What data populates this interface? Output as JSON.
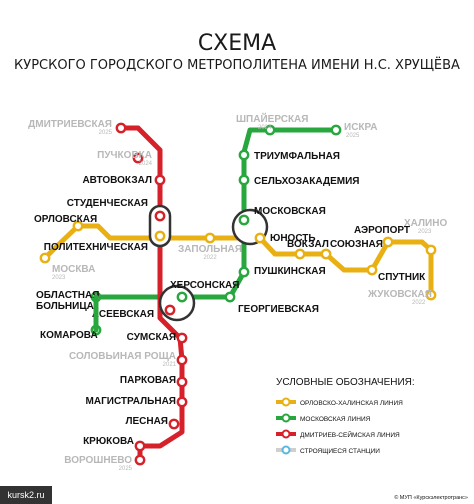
{
  "title": "СХЕМА",
  "subtitle": "КУРСКОГО ГОРОДСКОГО МЕТРОПОЛИТЕНА ИМЕНИ Н.С. ХРУЩЁВА",
  "colors": {
    "yellow_line": "#e8b012",
    "green_line": "#27a73e",
    "red_line": "#d6212a",
    "future_line": "#cfcfcf",
    "interchange": "#333333",
    "station_fill": "#ffffff"
  },
  "stations": {
    "dmitrievskaya": {
      "name": "ДМИТРИЕВСКАЯ",
      "year": "2025"
    },
    "puchkovka": {
      "name": "ПУЧКОВКА",
      "year": "2024"
    },
    "avtovokzal": {
      "name": "АВТОВОКЗАЛ"
    },
    "studencheskaya": {
      "name": "СТУДЕНЧЕСКАЯ"
    },
    "politekhnicheskaya": {
      "name": "ПОЛИТЕХНИЧЕСКАЯ"
    },
    "orlovskaya": {
      "name": "ОРЛОВСКАЯ"
    },
    "moskva": {
      "name": "МОСКВА",
      "year": "2023"
    },
    "zapolnaya": {
      "name": "ЗАПОЛЬНАЯ",
      "year": "2022"
    },
    "shpayerskaya": {
      "name": "ШПАЙЕРСКАЯ",
      "year": "2024"
    },
    "iskra": {
      "name": "ИСКРА",
      "year": "2025"
    },
    "triumfalnaya": {
      "name": "ТРИУМФАЛЬНАЯ"
    },
    "selkhozakademiya": {
      "name": "СЕЛЬХОЗАКАДЕМИЯ"
    },
    "moskovskaya": {
      "name": "МОСКОВСКАЯ"
    },
    "yunost": {
      "name": "ЮНОСТЬ"
    },
    "vokzal": {
      "name": "ВОКЗАЛ"
    },
    "soyuznaya": {
      "name": "СОЮЗНАЯ"
    },
    "aeroport": {
      "name": "АЭРОПОРТ"
    },
    "sputnik": {
      "name": "СПУТНИК"
    },
    "khalino": {
      "name": "ХАЛИНО",
      "year": "2023"
    },
    "zhukovskaya": {
      "name": "ЖУКОВСКАЯ",
      "year": "2022"
    },
    "pushkinskaya": {
      "name": "ПУШКИНСКАЯ"
    },
    "georgievskaya": {
      "name": "ГЕОРГИЕВСКАЯ"
    },
    "khersonskaya": {
      "name": "ХЕРСОНСКАЯ"
    },
    "oblastnaya_line1": {
      "name": "ОБЛАСТНАЯ"
    },
    "oblastnaya_line2": {
      "name": "БОЛЬНИЦА"
    },
    "aseevskaya": {
      "name": "АСЕЕВСКАЯ"
    },
    "komarova": {
      "name": "КОМАРОВА"
    },
    "sumskaya": {
      "name": "СУМСКАЯ"
    },
    "solovinaya_roshcha": {
      "name": "СОЛОВЬИНАЯ РОЩА",
      "year": "2021"
    },
    "parkovaya": {
      "name": "ПАРКОВАЯ"
    },
    "magistralnaya": {
      "name": "МАГИСТРАЛЬНАЯ"
    },
    "lesnaya": {
      "name": "ЛЕСНАЯ"
    },
    "kryukova": {
      "name": "КРЮКОВА"
    },
    "voroshnevo": {
      "name": "ВОРОШНЕВО",
      "year": "2025"
    }
  },
  "legend": {
    "title": "УСЛОВНЫЕ ОБОЗНАЧЕНИЯ:",
    "items": [
      "ОРЛОВСКО-ХАЛИНСКАЯ ЛИНИЯ",
      "МОСКОВСКАЯ ЛИНИЯ",
      "ДМИТРИЕВ-СЕЙМСКАЯ ЛИНИЯ",
      "СТРОЯЩИЕСЯ СТАНЦИИ"
    ]
  },
  "footer": {
    "website": "kursk2.ru",
    "copyright": "© МУП «Курскэлектротранс»"
  }
}
